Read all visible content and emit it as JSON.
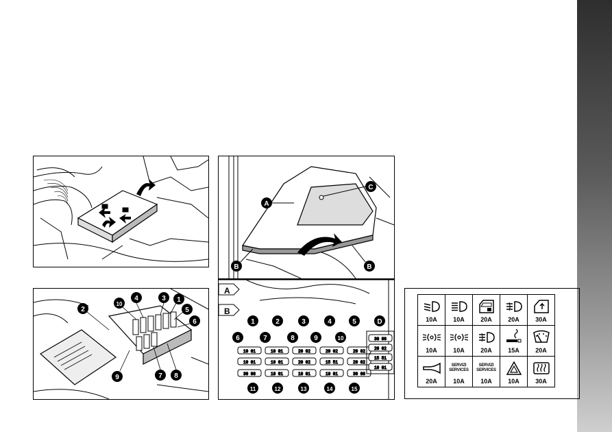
{
  "figure1": {
    "description_icon": "fuse-box-cover-icon"
  },
  "figure2": {
    "callouts": [
      "A",
      "B",
      "B",
      "C"
    ]
  },
  "figure3": {
    "callouts": [
      "2",
      "10",
      "4",
      "3",
      "1",
      "5",
      "6",
      "7",
      "8",
      "9"
    ]
  },
  "figure4": {
    "side_labels": [
      "A",
      "B"
    ],
    "top_callouts": [
      "1",
      "2",
      "3",
      "4",
      "5",
      "D"
    ],
    "mid_callouts": [
      "6",
      "7",
      "8",
      "9",
      "10"
    ],
    "bottom_callouts": [
      "11",
      "12",
      "13",
      "14",
      "15"
    ],
    "row1_fuses": [
      "10 01",
      "10 01",
      "20 02",
      "20 02",
      "20 02"
    ],
    "row2_fuses": [
      "10 01",
      "10 01",
      "20 02",
      "15 51",
      "20 02"
    ],
    "row3_fuses": [
      "30 08",
      "10 01",
      "10 01",
      "10 01",
      "30 08"
    ],
    "col_d_fuses": [
      "30 08",
      "20 02",
      "15 51",
      "10 01"
    ]
  },
  "fuse_legend": {
    "rows": [
      [
        {
          "icon": "dipped-beam-icon",
          "amp": "10A"
        },
        {
          "icon": "main-beam-icon",
          "amp": "10A"
        },
        {
          "icon": "door-lock-icon",
          "amp": "20A"
        },
        {
          "icon": "front-fog-icon",
          "amp": "20A"
        },
        {
          "icon": "window-lift-icon",
          "amp": "30A"
        }
      ],
      [
        {
          "icon": "side-lights-icon",
          "amp": "10A"
        },
        {
          "icon": "side-lights-icon",
          "amp": "10A"
        },
        {
          "icon": "front-fog-icon",
          "amp": "20A"
        },
        {
          "icon": "cigar-lighter-icon",
          "amp": "15A"
        },
        {
          "icon": "wiper-icon",
          "amp": "20A"
        }
      ],
      [
        {
          "icon": "horn-icon",
          "amp": "20A"
        },
        {
          "text": "SERVIZI SERVICES",
          "amp": "10A"
        },
        {
          "text": "SERVIZI SERVICES",
          "amp": "10A"
        },
        {
          "icon": "hazard-icon",
          "amp": "10A"
        },
        {
          "icon": "rear-demister-icon",
          "amp": "30A"
        }
      ]
    ]
  }
}
